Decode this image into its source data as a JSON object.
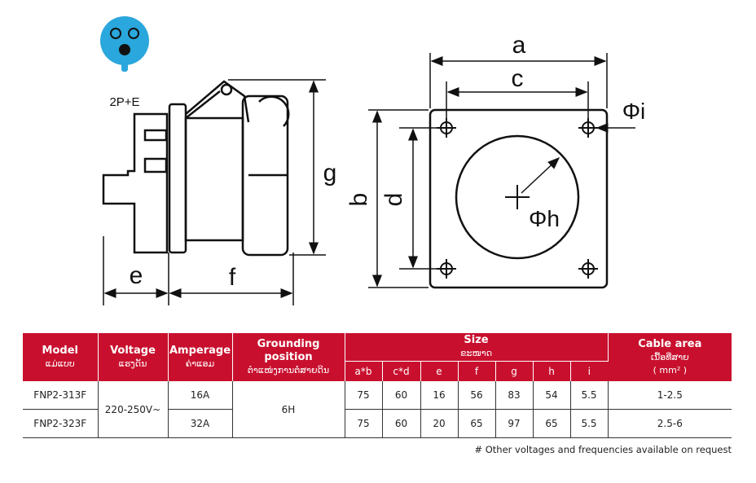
{
  "drawing": {
    "socket_label": "2P+E",
    "dims": {
      "a": "a",
      "b": "b",
      "c": "c",
      "d": "d",
      "e": "e",
      "f": "f",
      "g": "g",
      "h": "Φh",
      "i": "Φi"
    },
    "socket_color": "#2aa7dc"
  },
  "table": {
    "headers": {
      "model": {
        "en": "Model",
        "lo": "ແມ່ແບບ"
      },
      "voltage": {
        "en": "Voltage",
        "lo": "ແຮງດັນ"
      },
      "amperage": {
        "en": "Amperage",
        "lo": "ຄ່າແອມ"
      },
      "grounding": {
        "en": "Grounding position",
        "lo": "ຕຳແໜ່ງການຕໍ່ສາຍດິນ"
      },
      "size": {
        "en": "Size",
        "lo": "ຂະໜາດ"
      },
      "cable": {
        "en": "Cable area",
        "lo": "ເນື້ອທີ່ສາຍ",
        "unit": "( mm² )"
      },
      "dims": [
        "a*b",
        "c*d",
        "e",
        "f",
        "g",
        "h",
        "i"
      ]
    },
    "voltage": "220-250V~",
    "grounding": "6H",
    "rows": [
      {
        "model": "FNP2-313F",
        "amperage": "16A",
        "dims": [
          "75",
          "60",
          "16",
          "56",
          "83",
          "54",
          "5.5"
        ],
        "cable": "1-2.5"
      },
      {
        "model": "FNP2-323F",
        "amperage": "32A",
        "dims": [
          "75",
          "60",
          "20",
          "65",
          "97",
          "65",
          "5.5"
        ],
        "cable": "2.5-6"
      }
    ],
    "accent": "#c8102e"
  },
  "note": "# Other voltages and frequencies available on request"
}
